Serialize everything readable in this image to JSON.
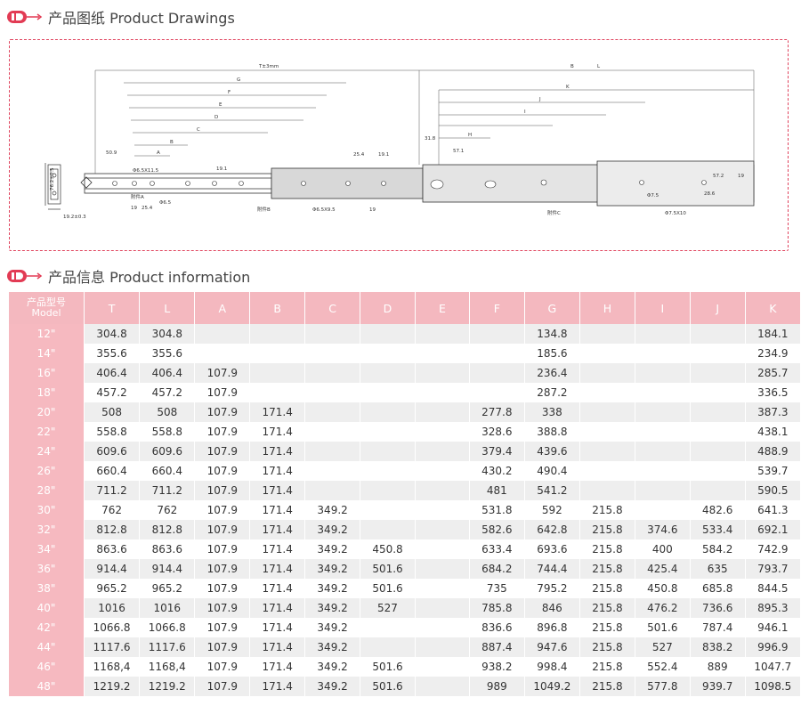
{
  "drawings": {
    "title": "产品图纸 Product Drawings"
  },
  "info": {
    "title": "产品信息 Product information"
  },
  "drawing_labels": {
    "T": "T±3mm",
    "B": "B",
    "L": "L",
    "G": "G",
    "F": "F",
    "E": "E",
    "D": "D",
    "C": "C",
    "Bsmall": "B",
    "A": "A",
    "K": "K",
    "J": "J",
    "I": "I",
    "H": "H",
    "d509": "50.9",
    "hole1": "Φ6.5X11.5",
    "d191": "19.1",
    "d318": "31.8",
    "d571": "57.1",
    "d254": "25.4",
    "d191b": "19.1",
    "height": "76.2±0.5",
    "width": "19.2±0.3",
    "d19": "19",
    "d254b": "25.4",
    "hole2": "Φ6.5",
    "partA": "附件A",
    "partB": "附件B",
    "partC": "附件C",
    "hole3": "Φ6.5X9.5",
    "d19b": "19",
    "hole4": "Φ7.5",
    "d572": "57.2",
    "d19c": "19",
    "d286": "28.6",
    "hole5": "Φ7.5X10"
  },
  "table": {
    "header_model": "产品型号",
    "header_model_en": "Model",
    "columns": [
      "T",
      "L",
      "A",
      "B",
      "C",
      "D",
      "E",
      "F",
      "G",
      "H",
      "I",
      "J",
      "K"
    ],
    "rows": [
      [
        "12\"",
        "304.8",
        "304.8",
        "",
        "",
        "",
        "",
        "",
        "",
        "134.8",
        "",
        "",
        "",
        "184.1"
      ],
      [
        "14\"",
        "355.6",
        "355.6",
        "",
        "",
        "",
        "",
        "",
        "",
        "185.6",
        "",
        "",
        "",
        "234.9"
      ],
      [
        "16\"",
        "406.4",
        "406.4",
        "107.9",
        "",
        "",
        "",
        "",
        "",
        "236.4",
        "",
        "",
        "",
        "285.7"
      ],
      [
        "18\"",
        "457.2",
        "457.2",
        "107.9",
        "",
        "",
        "",
        "",
        "",
        "287.2",
        "",
        "",
        "",
        "336.5"
      ],
      [
        "20\"",
        "508",
        "508",
        "107.9",
        "171.4",
        "",
        "",
        "",
        "277.8",
        "338",
        "",
        "",
        "",
        "387.3"
      ],
      [
        "22\"",
        "558.8",
        "558.8",
        "107.9",
        "171.4",
        "",
        "",
        "",
        "328.6",
        "388.8",
        "",
        "",
        "",
        "438.1"
      ],
      [
        "24\"",
        "609.6",
        "609.6",
        "107.9",
        "171.4",
        "",
        "",
        "",
        "379.4",
        "439.6",
        "",
        "",
        "",
        "488.9"
      ],
      [
        "26\"",
        "660.4",
        "660.4",
        "107.9",
        "171.4",
        "",
        "",
        "",
        "430.2",
        "490.4",
        "",
        "",
        "",
        "539.7"
      ],
      [
        "28\"",
        "711.2",
        "711.2",
        "107.9",
        "171.4",
        "",
        "",
        "",
        "481",
        "541.2",
        "",
        "",
        "",
        "590.5"
      ],
      [
        "30\"",
        "762",
        "762",
        "107.9",
        "171.4",
        "349.2",
        "",
        "",
        "531.8",
        "592",
        "215.8",
        "",
        "482.6",
        "641.3"
      ],
      [
        "32\"",
        "812.8",
        "812.8",
        "107.9",
        "171.4",
        "349.2",
        "",
        "",
        "582.6",
        "642.8",
        "215.8",
        "374.6",
        "533.4",
        "692.1"
      ],
      [
        "34\"",
        "863.6",
        "863.6",
        "107.9",
        "171.4",
        "349.2",
        "450.8",
        "",
        "633.4",
        "693.6",
        "215.8",
        "400",
        "584.2",
        "742.9"
      ],
      [
        "36\"",
        "914.4",
        "914.4",
        "107.9",
        "171.4",
        "349.2",
        "501.6",
        "",
        "684.2",
        "744.4",
        "215.8",
        "425.4",
        "635",
        "793.7"
      ],
      [
        "38\"",
        "965.2",
        "965.2",
        "107.9",
        "171.4",
        "349.2",
        "501.6",
        "",
        "735",
        "795.2",
        "215.8",
        "450.8",
        "685.8",
        "844.5"
      ],
      [
        "40\"",
        "1016",
        "1016",
        "107.9",
        "171.4",
        "349.2",
        "527",
        "",
        "785.8",
        "846",
        "215.8",
        "476.2",
        "736.6",
        "895.3"
      ],
      [
        "42\"",
        "1066.8",
        "1066.8",
        "107.9",
        "171.4",
        "349.2",
        "",
        "",
        "836.6",
        "896.8",
        "215.8",
        "501.6",
        "787.4",
        "946.1"
      ],
      [
        "44\"",
        "1117.6",
        "1117.6",
        "107.9",
        "171.4",
        "349.2",
        "",
        "",
        "887.4",
        "947.6",
        "215.8",
        "527",
        "838.2",
        "996.9"
      ],
      [
        "46\"",
        "1168,4",
        "1168,4",
        "107.9",
        "171.4",
        "349.2",
        "501.6",
        "",
        "938.2",
        "998.4",
        "215.8",
        "552.4",
        "889",
        "1047.7"
      ],
      [
        "48\"",
        "1219.2",
        "1219.2",
        "107.9",
        "171.4",
        "349.2",
        "501.6",
        "",
        "989",
        "1049.2",
        "215.8",
        "577.8",
        "939.7",
        "1098.5"
      ]
    ]
  }
}
